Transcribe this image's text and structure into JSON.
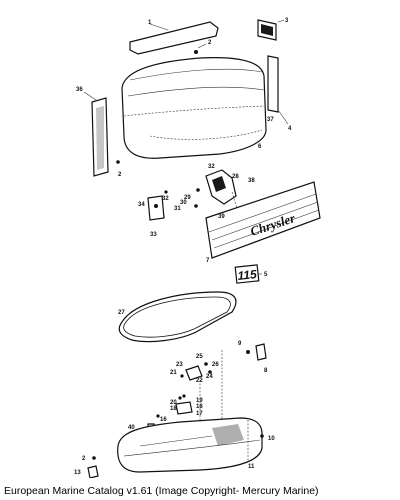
{
  "caption": "European Marine Catalog v1.61 (Image Copyright- Mercury Marine)",
  "decal_brand": "Chrysler",
  "decal_model": "115",
  "callouts": {
    "c1": "1",
    "c2a": "2",
    "c3": "3",
    "c4": "4",
    "c36": "36",
    "c37": "37",
    "c6": "6",
    "c2b": "2",
    "c32a": "32",
    "c28": "28",
    "c38": "38",
    "c29": "29",
    "c30": "30",
    "c31": "31",
    "c32b": "32",
    "c34": "34",
    "c39": "39",
    "c33": "33",
    "c7": "7",
    "c5": "5",
    "c27": "27",
    "c9": "9",
    "c8": "8",
    "c25": "25",
    "c26": "26",
    "c23": "23",
    "c21": "21",
    "c22": "22",
    "c24": "24",
    "c20": "20",
    "c19": "19",
    "c18a": "18",
    "c18b": "18",
    "c17": "17",
    "c16": "16",
    "c40": "40",
    "c10": "10",
    "c11": "11",
    "c2c": "2",
    "c13": "13"
  }
}
